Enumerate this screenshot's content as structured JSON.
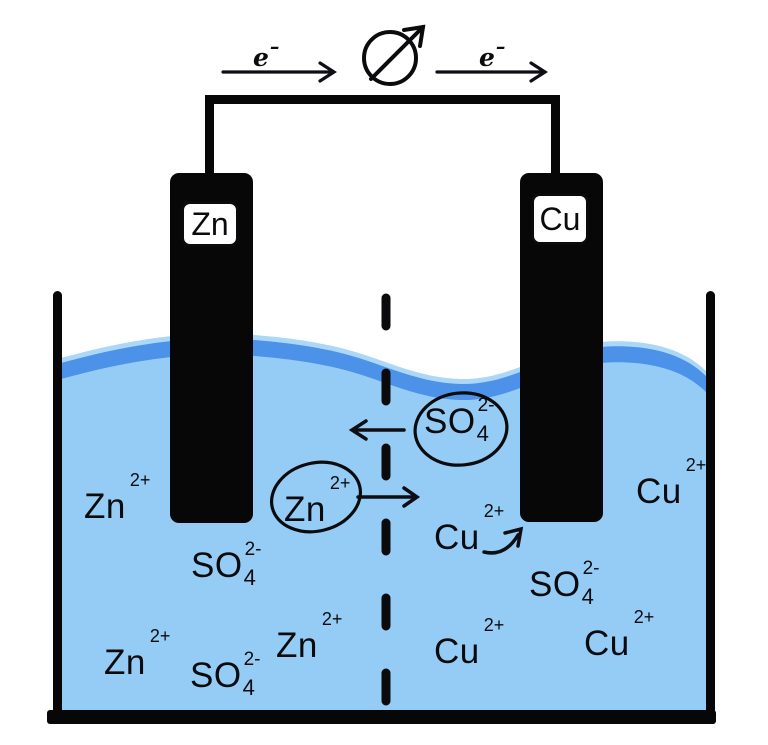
{
  "electrodes": {
    "left_label": "Zn",
    "right_label": "Cu"
  },
  "electron_flow": {
    "left": {
      "base": "e",
      "sup": "–"
    },
    "right": {
      "base": "e",
      "sup": "–"
    }
  },
  "ions": [
    {
      "symbol": "Zn",
      "sup": "2+",
      "sub": ""
    },
    {
      "symbol": "SO",
      "sup": "2-",
      "sub": "4"
    },
    {
      "symbol": "Zn",
      "sup": "2+",
      "sub": ""
    },
    {
      "symbol": "SO",
      "sup": "2-",
      "sub": "4"
    },
    {
      "symbol": "Zn",
      "sup": "2+",
      "sub": ""
    },
    {
      "symbol": "Zn",
      "sup": "2+",
      "sub": ""
    },
    {
      "symbol": "SO",
      "sup": "2-",
      "sub": "4"
    },
    {
      "symbol": "Cu",
      "sup": "2+",
      "sub": ""
    },
    {
      "symbol": "Cu",
      "sup": "2+",
      "sub": ""
    },
    {
      "symbol": "SO",
      "sup": "2-",
      "sub": "4"
    },
    {
      "symbol": "Cu",
      "sup": "2+",
      "sub": ""
    },
    {
      "symbol": "Cu",
      "sup": "2+",
      "sub": ""
    }
  ],
  "icons": {
    "meter": "galvanometer-icon",
    "electron_flow_left": "arrow-right-icon",
    "electron_flow_right": "arrow-right-icon",
    "sulfate_migration": "arrow-left-icon",
    "zinc_migration": "arrow-right-icon",
    "copper_deposition": "curved-arrow-icon",
    "membrane": "dashed-divider"
  },
  "colors": {
    "water_body": "#95ccf6",
    "water_band": "#4b92e8",
    "water_crest": "#abd7f8",
    "ink": "#0b0b0e"
  }
}
